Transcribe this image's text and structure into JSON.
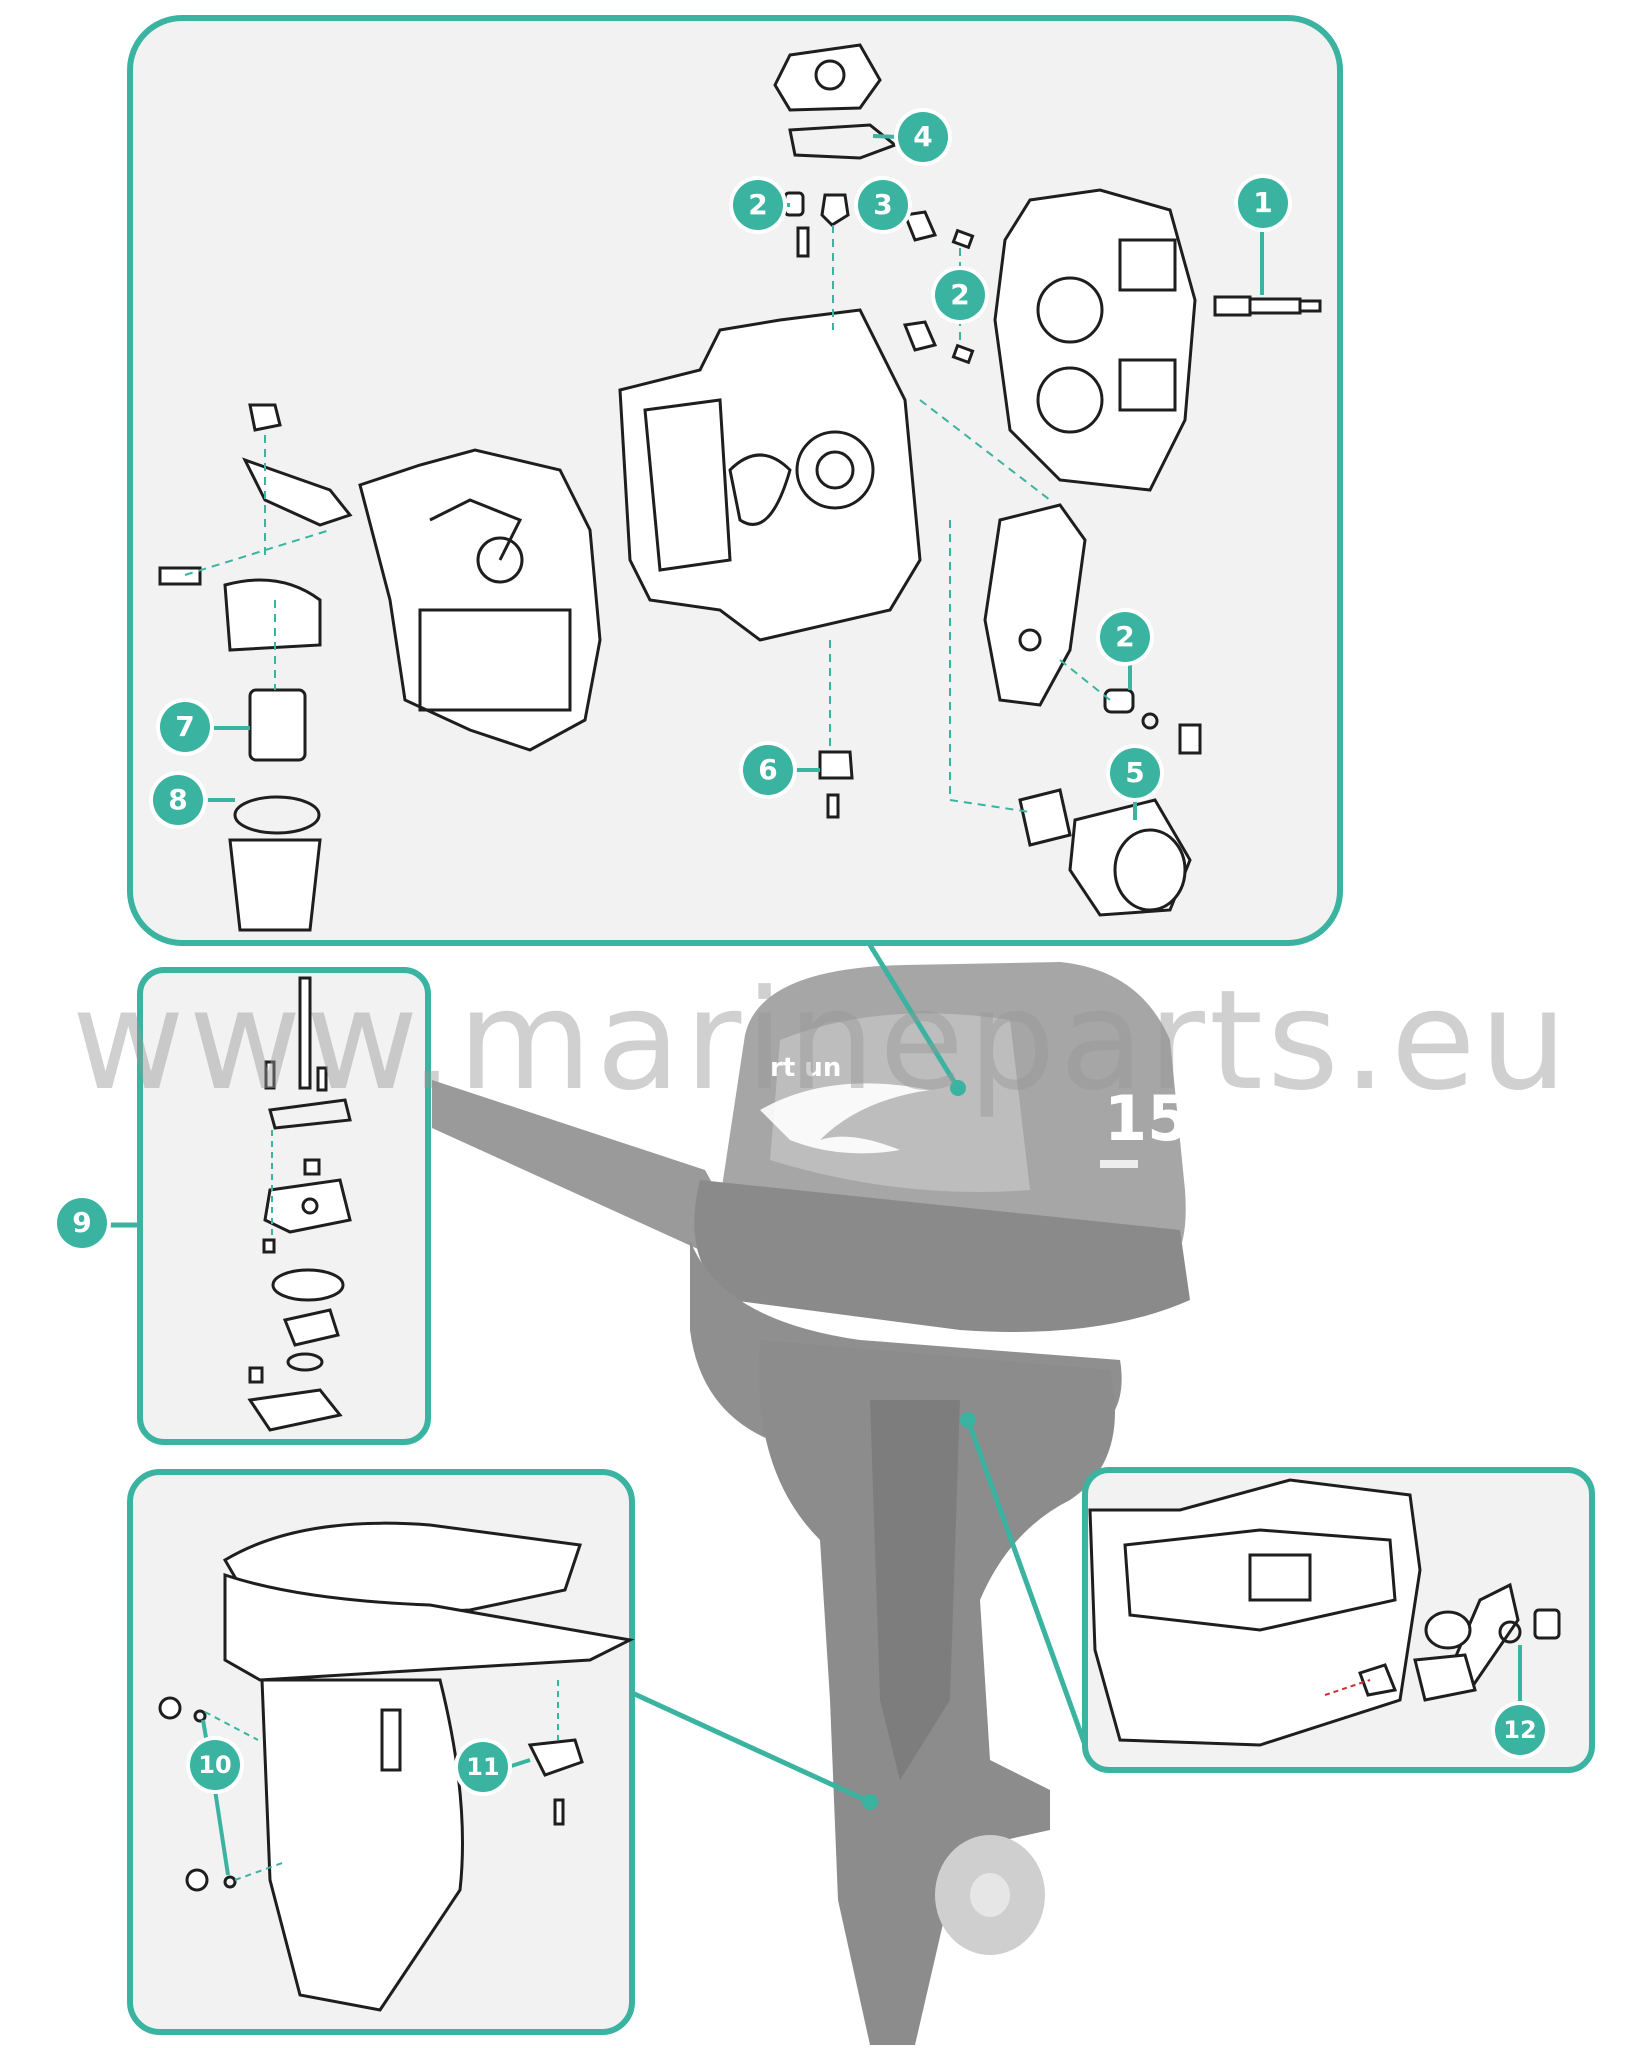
{
  "watermark": "www.marineparts.eu",
  "engine": {
    "power_badge": "15",
    "brand_partial": "rt un"
  },
  "callouts": [
    {
      "id": "callout-1",
      "label": "1"
    },
    {
      "id": "callout-2a",
      "label": "2"
    },
    {
      "id": "callout-2b",
      "label": "2"
    },
    {
      "id": "callout-2c",
      "label": "2"
    },
    {
      "id": "callout-3",
      "label": "3"
    },
    {
      "id": "callout-4",
      "label": "4"
    },
    {
      "id": "callout-5",
      "label": "5"
    },
    {
      "id": "callout-6",
      "label": "6"
    },
    {
      "id": "callout-7",
      "label": "7"
    },
    {
      "id": "callout-8",
      "label": "8"
    },
    {
      "id": "callout-9",
      "label": "9"
    },
    {
      "id": "callout-10",
      "label": "10"
    },
    {
      "id": "callout-11",
      "label": "11"
    },
    {
      "id": "callout-12",
      "label": "12"
    }
  ],
  "colors": {
    "accent": "#3ab3a0",
    "panel_bg": "#f2f2f2",
    "engine_gray": "#8d8d8d",
    "line_art": "#1e1e1e",
    "hidden_line": "#d03030"
  }
}
